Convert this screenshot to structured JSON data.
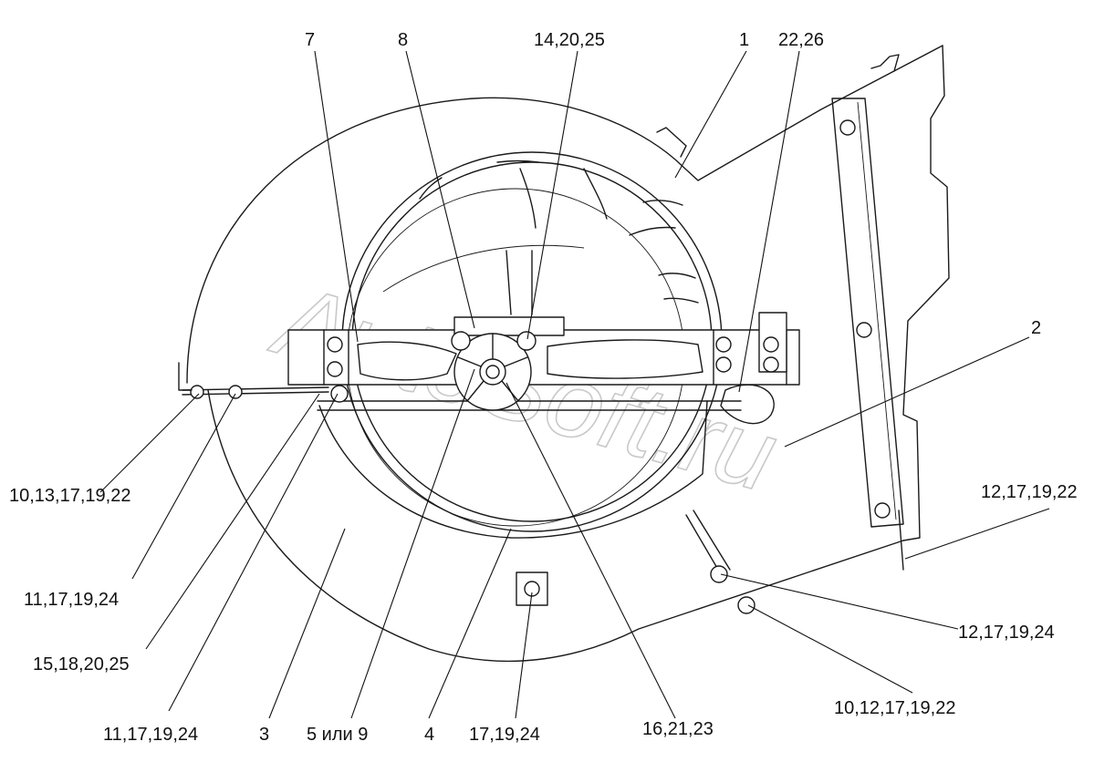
{
  "watermark": "AutoSoft.ru",
  "callouts": {
    "c7": "7",
    "c8": "8",
    "c14_20_25": "14,20,25",
    "c1": "1",
    "c22_26": "22,26",
    "c2": "2",
    "c12_17_19_22": "12,17,19,22",
    "c10_13_17_19_22": "10,13,17,19,22",
    "c11_17_19_24_a": "11,17,19,24",
    "c15_18_20_25": "15,18,20,25",
    "c12_17_19_24": "12,17,19,24",
    "c10_12_17_19_22": "10,12,17,19,22",
    "c11_17_19_24_b": "11,17,19,24",
    "c3": "3",
    "c5_or_9": "5 или 9",
    "c4": "4",
    "c17_19_24": "17,19,24",
    "c16_21_23": "16,21,23"
  }
}
